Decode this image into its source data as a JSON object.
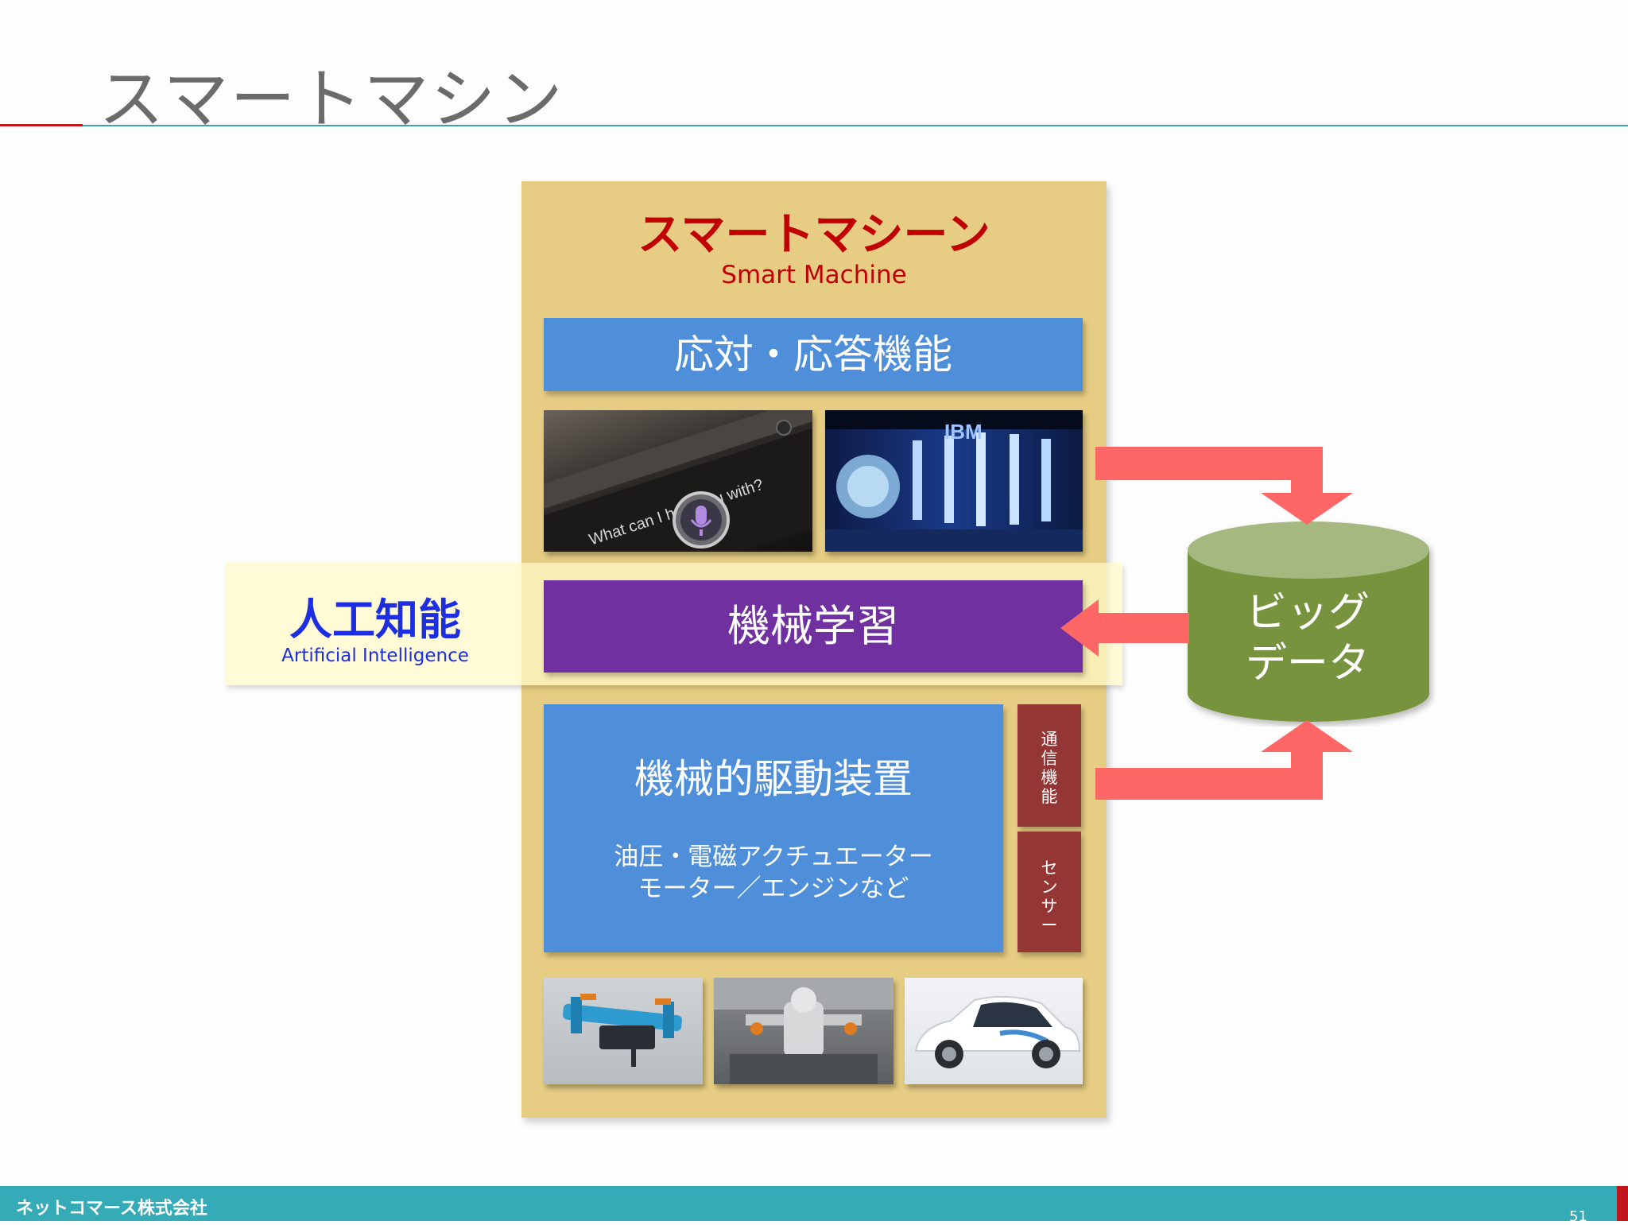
{
  "slide": {
    "title": "スマートマシン",
    "company": "ネットコマース株式会社",
    "page_number": "51"
  },
  "smart_machine": {
    "title": "スマートマシーン",
    "subtitle": "Smart Machine"
  },
  "ai": {
    "title": "人工知能",
    "subtitle": "Artificial Intelligence"
  },
  "boxes": {
    "response": "応対・応答機能",
    "machine_learning": "機械学習",
    "drive_title": "機械的駆動装置",
    "drive_desc_line1": "油圧・電磁アクチュエーター",
    "drive_desc_line2": "モーター／エンジンなど",
    "communication": "通信機能",
    "sensor": "センサー"
  },
  "siri_screen": {
    "prompt": "What can I help you with?"
  },
  "watson_label": "IBM",
  "big_data": {
    "line1": "ビッグ",
    "line2": "データ"
  },
  "colors": {
    "title_red": "#c00000",
    "ai_blue": "#1d2ee0",
    "box_blue": "#4f8fda",
    "ml_purple": "#7030a0",
    "side_maroon": "#943634",
    "panel_gold": "#e6cd83",
    "db_green": "#77933c",
    "arrow_salmon": "#ff6666",
    "footer_teal": "#34abb7"
  },
  "icons": [
    "microphone-icon",
    "database-cylinder-icon"
  ]
}
